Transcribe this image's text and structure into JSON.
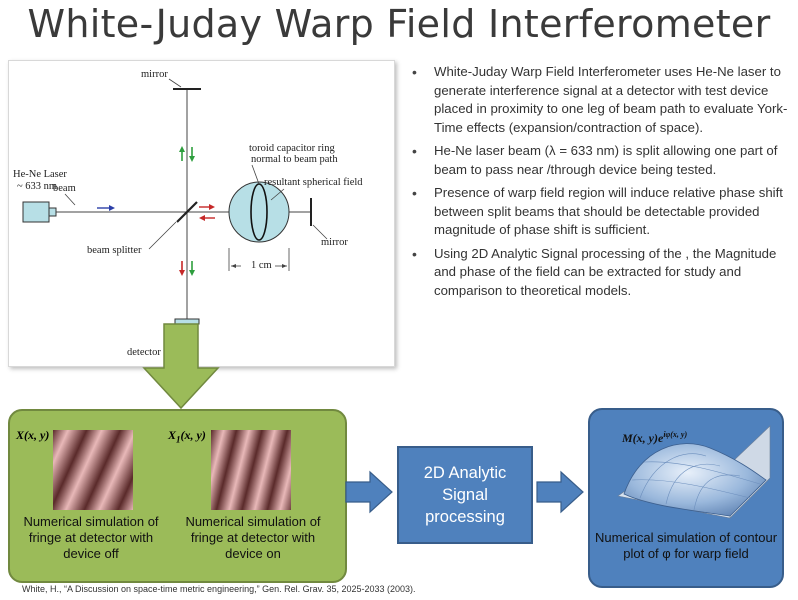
{
  "title": "White-Juday Warp Field Interferometer",
  "diagram": {
    "laser_label": "He-Ne Laser",
    "laser_wavelength": "~ 633 nm",
    "mirror_top": "mirror",
    "mirror_right": "mirror",
    "beam": "beam",
    "beam_splitter": "beam splitter",
    "detector": "detector",
    "toroid_line1": "toroid capacitor ring",
    "toroid_line2": "normal to beam path",
    "spherical_field": "resultant spherical field",
    "scale": "1 cm"
  },
  "bullets": [
    "White-Juday Warp Field Interferometer uses He-Ne laser to generate interference signal at a detector with test device placed in proximity to one leg of beam path to evaluate York-Time effects (expansion/contraction of space).",
    "He-Ne laser beam (λ = 633 nm) is split allowing one part of beam to pass near /through device being tested.",
    "Presence of warp field region will induce relative phase shift between split beams that should be detectable provided magnitude of phase shift is sufficient.",
    "Using 2D Analytic Signal processing of the , the Magnitude and phase of the field can be extracted for study and comparison to theoretical models."
  ],
  "fringe_off": {
    "symbol": "X(x, y)",
    "caption": "Numerical simulation of fringe at detector with device off"
  },
  "fringe_on": {
    "symbol_main": "X",
    "symbol_sub": "1",
    "symbol_rest": "(x, y)",
    "caption": "Numerical simulation of fringe at detector with device on"
  },
  "processing": {
    "label": "2D Analytic Signal processing"
  },
  "result": {
    "symbol_main": "M(x, y)e",
    "symbol_sup": "iφ(x, y)",
    "caption": "Numerical simulation of contour plot of φ for warp field"
  },
  "footnote": "White, H., “A Discussion on space-time metric engineering,” Gen. Rel. Grav. 35, 2025-2033 (2003).",
  "colors": {
    "green_panel": "#9bbb59",
    "blue_panel": "#4f81bd",
    "arrow": "#4f81bd",
    "down_arrow": "#9bbb59",
    "fringe_dark": "#5a2a2a",
    "fringe_light": "#e8b8b8"
  }
}
